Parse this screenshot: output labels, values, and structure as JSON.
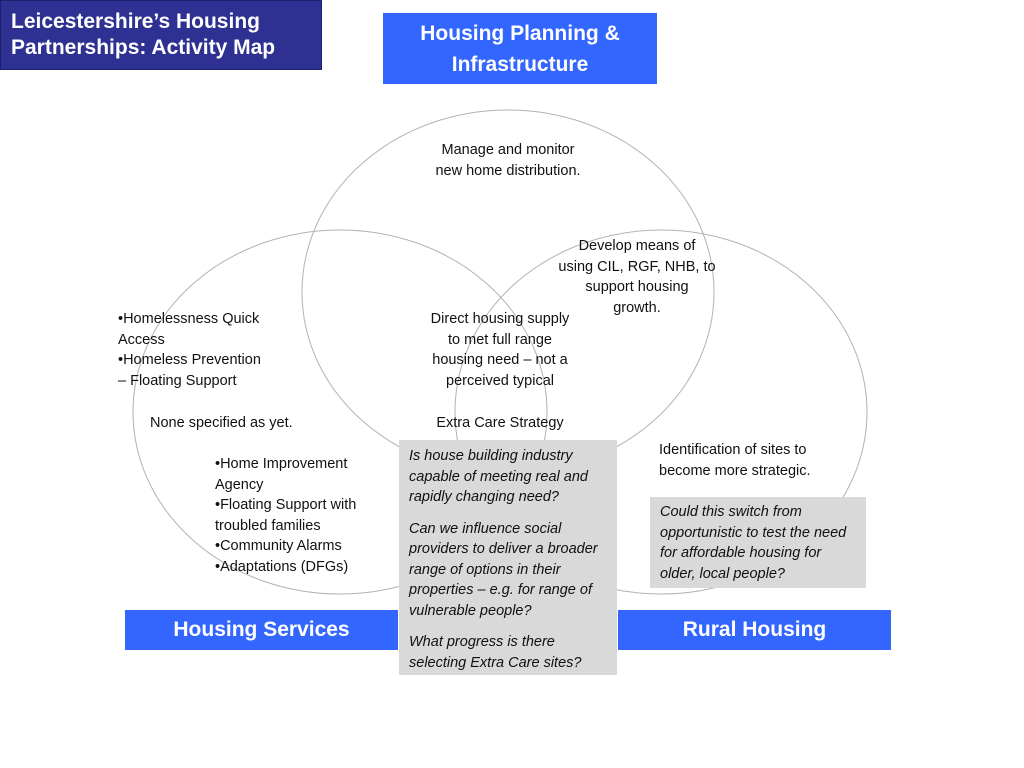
{
  "title": {
    "line1": "Leicestershire’s Housing",
    "line2": "Partnerships: Activity Map"
  },
  "headers": {
    "planning_line1": "Housing Planning &",
    "planning_line2": "Infrastructure",
    "services": "Housing Services",
    "rural": "Rural Housing"
  },
  "planning_circle": {
    "manage": [
      "Manage and monitor",
      "new home distribution."
    ],
    "develop": [
      "Develop means of",
      "using CIL, RGF, NHB, to",
      "support housing",
      "growth."
    ]
  },
  "center": {
    "direct_supply": [
      "Direct housing supply",
      "to met full range",
      "housing need – not a",
      "perceived typical"
    ],
    "extra_care": "Extra Care Strategy"
  },
  "services_circle": {
    "list_top": [
      "•Homelessness Quick",
      "Access",
      "•Homeless Prevention",
      "– Floating Support"
    ],
    "none_specified": "None specified as yet.",
    "list_bottom": [
      "•Home Improvement",
      "Agency",
      "•Floating Support  with",
      "troubled families",
      "•Community Alarms",
      "•Adaptations (DFGs)"
    ]
  },
  "rural_circle": {
    "identification": [
      "Identification of sites to",
      "become more strategic."
    ]
  },
  "questions_box": {
    "q1": "Is house building industry capable of meeting real and rapidly changing need?",
    "q2": "Can we influence social providers to deliver a broader range of options in their properties – e.g. for range of vulnerable people?",
    "q3": "What progress is there selecting Extra Care sites?"
  },
  "rural_box": {
    "text": "Could this switch from opportunistic to test the need for affordable housing for older, local people?"
  },
  "colors": {
    "title_bg": "#2e3192",
    "header_bg": "#3366ff",
    "note_bg": "#d9d9d9",
    "circle_stroke": "#b3b3b3"
  }
}
